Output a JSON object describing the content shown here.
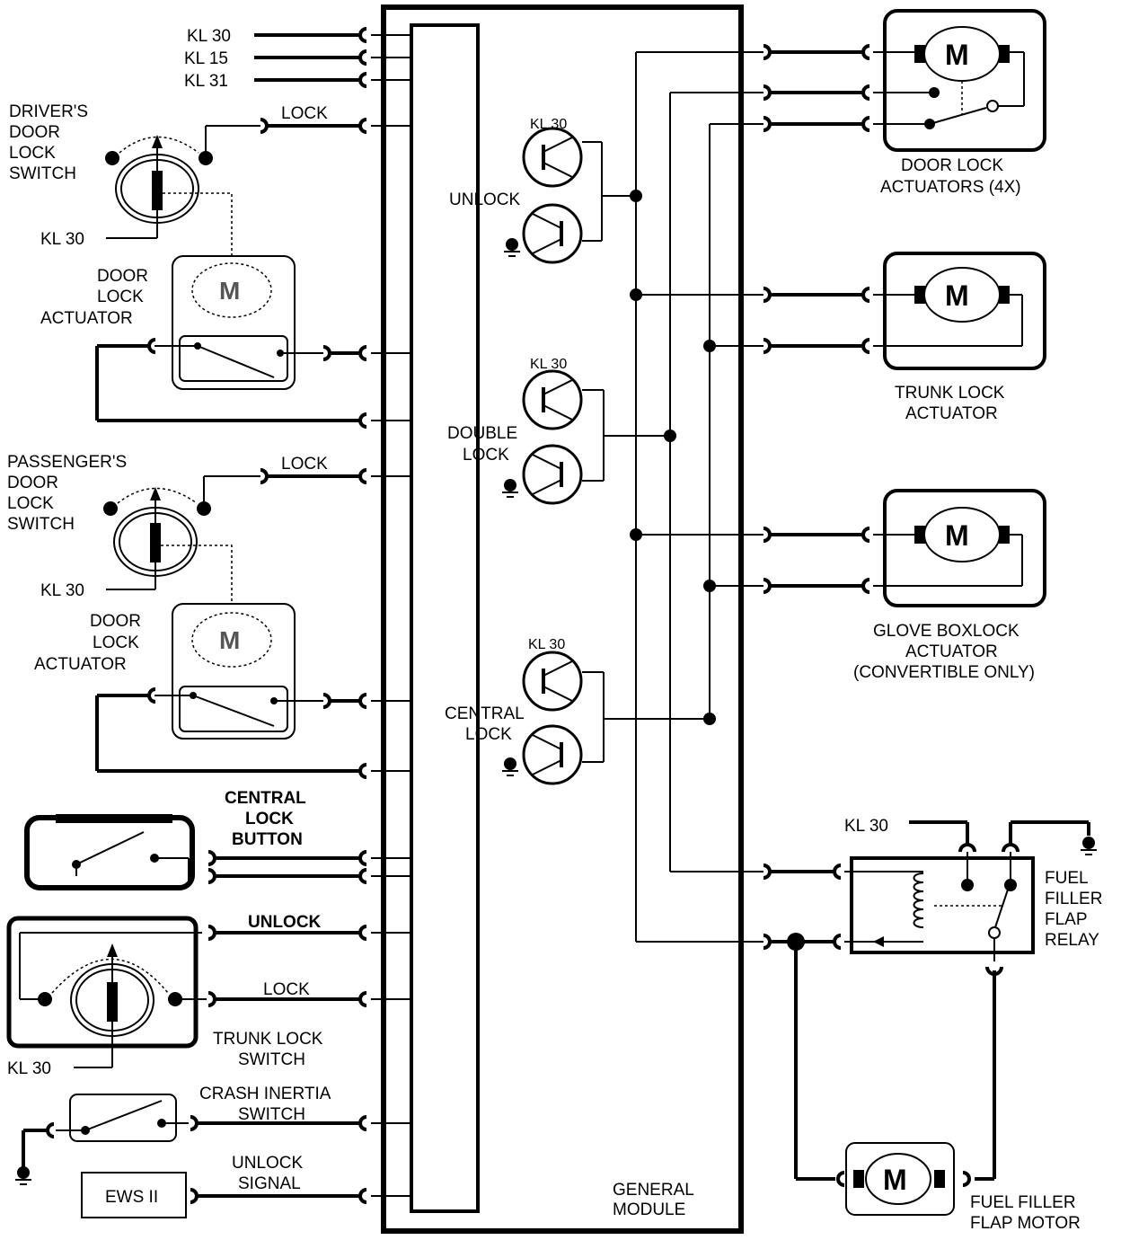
{
  "inputs": {
    "kl30": "KL 30",
    "kl15": "KL 15",
    "kl31": "KL 31",
    "lock": "LOCK",
    "unlock": "UNLOCK"
  },
  "driver_switch": [
    "DRIVER'S",
    "DOOR",
    "LOCK",
    "SWITCH"
  ],
  "passenger_switch": [
    "PASSENGER'S",
    "DOOR",
    "LOCK",
    "SWITCH"
  ],
  "door_actuator": [
    "DOOR",
    "LOCK",
    "ACTUATOR"
  ],
  "central_button": [
    "CENTRAL",
    "LOCK",
    "BUTTON"
  ],
  "trunk_switch": [
    "TRUNK LOCK",
    "SWITCH"
  ],
  "crash_switch": [
    "CRASH INERTIA",
    "SWITCH"
  ],
  "unlock_signal": [
    "UNLOCK",
    "SIGNAL"
  ],
  "ews": "EWS II",
  "module": [
    "GENERAL",
    "MODULE"
  ],
  "drivers": {
    "unlock": [
      "UNLOCK"
    ],
    "double": [
      "DOUBLE",
      "LOCK"
    ],
    "central": [
      "CENTRAL",
      "LOCK"
    ]
  },
  "motor_glyph": "M",
  "outputs": {
    "door": [
      "DOOR LOCK",
      "ACTUATORS (4X)"
    ],
    "trunk": [
      "TRUNK LOCK",
      "ACTUATOR"
    ],
    "glove": [
      "GLOVE BOXLOCK",
      "ACTUATOR",
      "(CONVERTIBLE ONLY)"
    ],
    "relay": [
      "FUEL",
      "FILLER",
      "FLAP",
      "RELAY"
    ],
    "flap_motor": [
      "FUEL FILLER",
      "FLAP MOTOR"
    ]
  }
}
